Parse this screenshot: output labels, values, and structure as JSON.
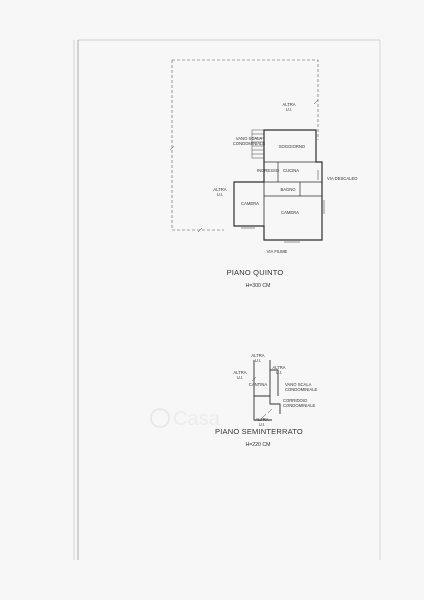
{
  "upper_plan": {
    "rooms": {
      "soggiorno": "SOGGIORNO",
      "ingresso": "INGRESSO",
      "cucina": "CUCINA",
      "bagno": "BAGNO",
      "camera_left": "CAMERA",
      "camera_right": "CAMERA"
    },
    "labels": {
      "altra_ui_top": [
        "ALTRA",
        "U.I."
      ],
      "altra_ui_left": [
        "ALTRA",
        "U.I."
      ],
      "vano_scala": [
        "VANO SCALA",
        "CONDOMINIALE"
      ],
      "via_descaleo": "VIA DESCALEO",
      "via_fiume": "VIA FIUME"
    },
    "title": "PIANO QUINTO",
    "height": "H=300 CM"
  },
  "lower_plan": {
    "labels": {
      "altra_top": [
        "ALTRA",
        "U.I."
      ],
      "altra_left": [
        "ALTRA",
        "U.I."
      ],
      "altra_mid": [
        "ALTRA",
        "U.I."
      ],
      "cantina": "CANTINA",
      "vano_scala": [
        "VANO SCALA",
        "CONDOMINIALE"
      ],
      "corridoio": [
        "CORRIDOIO",
        "CONDOMINIALE"
      ],
      "altra_bottom": [
        "ALTRA",
        "U.I."
      ]
    },
    "title": "PIANO SEMINTERRATO",
    "height": "H=220 CM"
  },
  "watermark": "Casa",
  "colors": {
    "lines": "#3a3a3a",
    "paper": "#f7f7f7",
    "watermark": "#e8e8e8"
  }
}
